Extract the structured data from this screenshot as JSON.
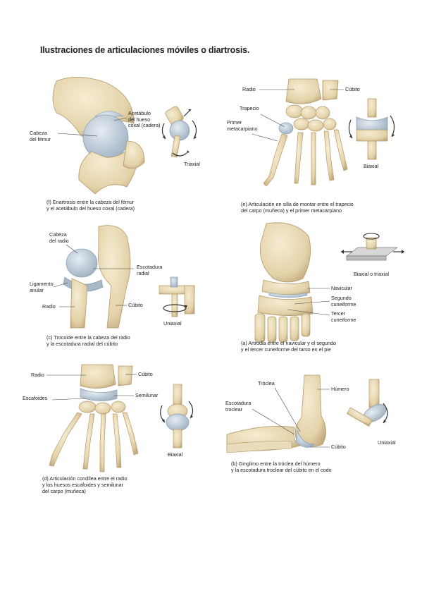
{
  "page": {
    "title": "Ilustraciones de articulaciones móviles o diartrosis."
  },
  "panels": {
    "f": {
      "labels": {
        "acetabulo": "Acetábulo\ndel hueso\ncoxal (cadera)",
        "cabeza_femur": "Cabeza\ndel fémur",
        "triaxial": "Triaxial"
      },
      "caption": "(f) Enartrosis entre la cabeza del fémur\n     y el acetábulo del hueso coxal (cadera)"
    },
    "e": {
      "labels": {
        "radio": "Radio",
        "cubito": "Cúbito",
        "trapecio": "Trapecio",
        "primer_metacarpiano": "Primer\nmetacarpiano",
        "biaxial": "Biaxial"
      },
      "caption": "(e) Articulación en silla de montar entre el trapecio\n     del carpo (muñeca) y el primer metacarpiano"
    },
    "c": {
      "labels": {
        "cabeza_radio": "Cabeza\ndel radio",
        "escotadura_radial": "Escotadura\nradial",
        "ligamento_anular": "Ligamento\nanular",
        "radio": "Radio",
        "cubito": "Cúbito",
        "uniaxial": "Uniaxial"
      },
      "caption": "(c) Trocoide entre la cabeza del radio\n     y la escotadura radial del cúbito"
    },
    "a": {
      "labels": {
        "biaxial_triaxial": "Biaxial o triaxial",
        "navicular": "Navicular",
        "segundo_cuneiforme": "Segundo\ncuneiforme",
        "tercer_cuneiforme": "Tercer\ncuneiforme"
      },
      "caption": "(a) Artrodia entre el navicular y el segundo\n     y el tercer cuneiforme del tarso en el pie"
    },
    "d": {
      "labels": {
        "radio": "Radio",
        "cubito": "Cúbito",
        "escafoides": "Escafoides",
        "semilunar": "Semilunar",
        "biaxial": "Biaxial"
      },
      "caption": "(d) Articulación condílea entre el radio\n     y los huesos escafoides y semilunar\n     del carpo (muñeca)"
    },
    "b": {
      "labels": {
        "troclea": "Tróclea",
        "humero": "Húmero",
        "escotadura_troclear": "Escotadura\ntroclear",
        "cubito": "Cúbito",
        "uniaxial": "Uniaxial"
      },
      "caption": "(b) Ginglimo entre la tróclea del húmero\n     y la escotadura troclear del cúbito en el codo"
    }
  },
  "colors": {
    "bone": "#e8d9b5",
    "bone_shadow": "#c9b48a",
    "cartilage": "#b9c7d4",
    "arrow": "#333333",
    "leader": "#444444"
  }
}
